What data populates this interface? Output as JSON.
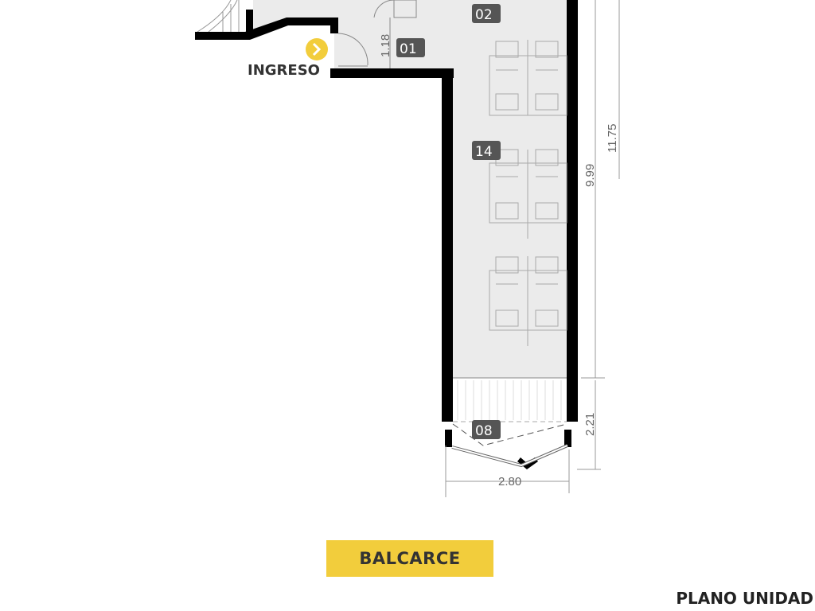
{
  "plan": {
    "rooms": [
      {
        "id": "02",
        "label": "02"
      },
      {
        "id": "01",
        "label": "01"
      },
      {
        "id": "14",
        "label": "14"
      },
      {
        "id": "08",
        "label": "08"
      }
    ],
    "dimensions": {
      "entry_width": "1.18",
      "main_length": "9.99",
      "total_length": "11.75",
      "balcony_depth": "2.21",
      "balcony_width": "2.80"
    },
    "entrance_label": "INGRESO",
    "street_label": "BALCARCE",
    "title": "PLANO UNIDAD"
  },
  "colors": {
    "accent": "#f2cd3c",
    "floor": "#ebebeb",
    "wall": "#000000",
    "tag": "#555555"
  }
}
